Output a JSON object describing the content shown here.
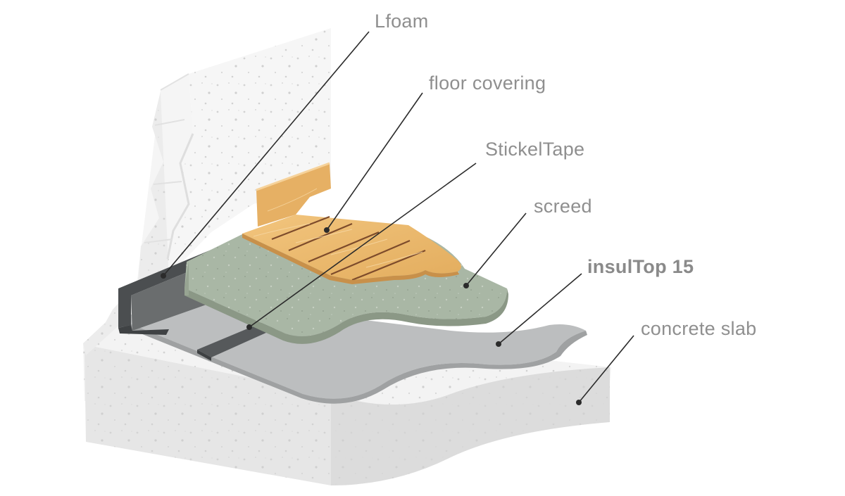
{
  "callouts": [
    {
      "id": "lfoam",
      "text": "Lfoam",
      "bold": false
    },
    {
      "id": "floor-covering",
      "text": "floor covering",
      "bold": false
    },
    {
      "id": "stickeltape",
      "text": "StickelTape",
      "bold": false
    },
    {
      "id": "screed",
      "text": "screed",
      "bold": false
    },
    {
      "id": "insultop",
      "text": "insulTop 15",
      "bold": true
    },
    {
      "id": "concrete-slab",
      "text": "concrete slab",
      "bold": false
    }
  ],
  "colors": {
    "wall": "#f1f1f1",
    "slab": "#ececec",
    "membrane": "#b9bbbb",
    "screed": "#a9b6a4",
    "floor_covering": "#e9b76a",
    "lfoam": "#5c5f60",
    "stickeltape": "#5f6263",
    "leader_lines": "#2b2b2b",
    "label_text": "#8f8f8f"
  }
}
